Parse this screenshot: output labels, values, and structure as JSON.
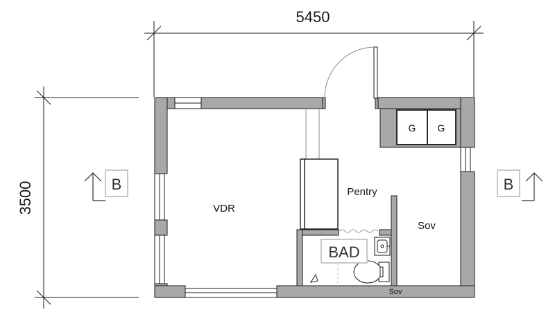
{
  "dimensions": {
    "width_label": "5450",
    "height_label": "3500"
  },
  "section_markers": {
    "left_label": "B",
    "right_label": "B"
  },
  "rooms": {
    "vdr": "VDR",
    "pentry": "Pentry",
    "sov": "Sov",
    "sov_small": "Sov",
    "bad": "BAD"
  },
  "stove": {
    "burner_left": "G",
    "burner_right": "G"
  },
  "colors": {
    "wall_fill": "#a8a8a8",
    "line": "#1a1a1a",
    "tag_border": "#c8c8c8"
  }
}
